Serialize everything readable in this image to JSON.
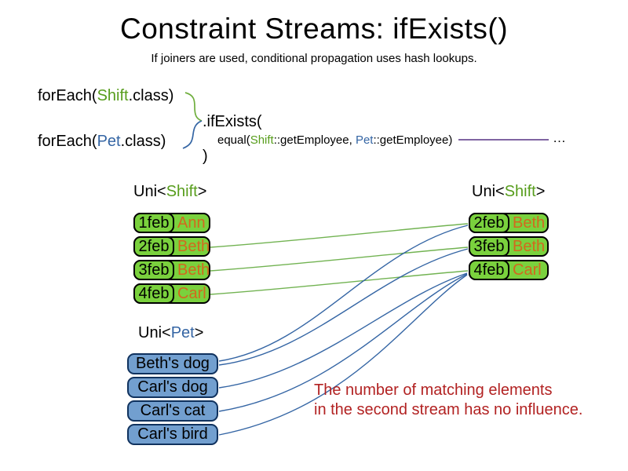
{
  "slide": {
    "title": "Constraint Streams: ifExists()",
    "subtitle": "If joiners are used, conditional propagation uses hash lookups."
  },
  "code": {
    "foreach_shift": {
      "prefix": "forEach(",
      "class_name": "Shift",
      "suffix": ".class)"
    },
    "foreach_pet": {
      "prefix": "forEach(",
      "class_name": "Pet",
      "suffix": ".class)"
    },
    "if_exists": ".ifExists(",
    "equal": {
      "prefix": "equal(",
      "shift_class": "Shift",
      "mid": "::getEmployee, ",
      "pet_class": "Pet",
      "suffix": "::getEmployee)"
    },
    "close_paren": ")",
    "ellipsis": "…"
  },
  "labels": {
    "left_shift": {
      "prefix": "Uni<",
      "type_name": "Shift",
      "suffix": ">"
    },
    "right_shift": {
      "prefix": "Uni<",
      "type_name": "Shift",
      "suffix": ">"
    },
    "pet": {
      "prefix": "Uni<",
      "type_name": "Pet",
      "suffix": ">"
    }
  },
  "tables": {
    "left_shift": {
      "rows": [
        {
          "date": "1feb",
          "name": "Ann"
        },
        {
          "date": "2feb",
          "name": "Beth"
        },
        {
          "date": "3feb",
          "name": "Beth"
        },
        {
          "date": "4feb",
          "name": "Carl"
        }
      ]
    },
    "right_shift": {
      "rows": [
        {
          "date": "2feb",
          "name": "Beth"
        },
        {
          "date": "3feb",
          "name": "Beth"
        },
        {
          "date": "4feb",
          "name": "Carl"
        }
      ]
    },
    "pet": {
      "rows": [
        {
          "name": "Beth's dog"
        },
        {
          "name": "Carl's dog"
        },
        {
          "name": "Carl's cat"
        },
        {
          "name": "Carl's bird"
        }
      ]
    }
  },
  "annotation": {
    "line1": "The number of matching elements",
    "line2": "in the second stream has no influence."
  },
  "colors": {
    "class_green": "#579d1c",
    "class_blue": "#3465a4",
    "shift_box_fill": "#7ad13d",
    "shift_box_border": "#000000",
    "shift_name_text": "#d2691e",
    "pet_box_fill": "#729fcf",
    "pet_box_border": "#10325e",
    "connector_green": "#72b352",
    "connector_blue": "#3465a4",
    "joiner_line_purple": "#8064a2",
    "annotation_red": "#b22222"
  }
}
